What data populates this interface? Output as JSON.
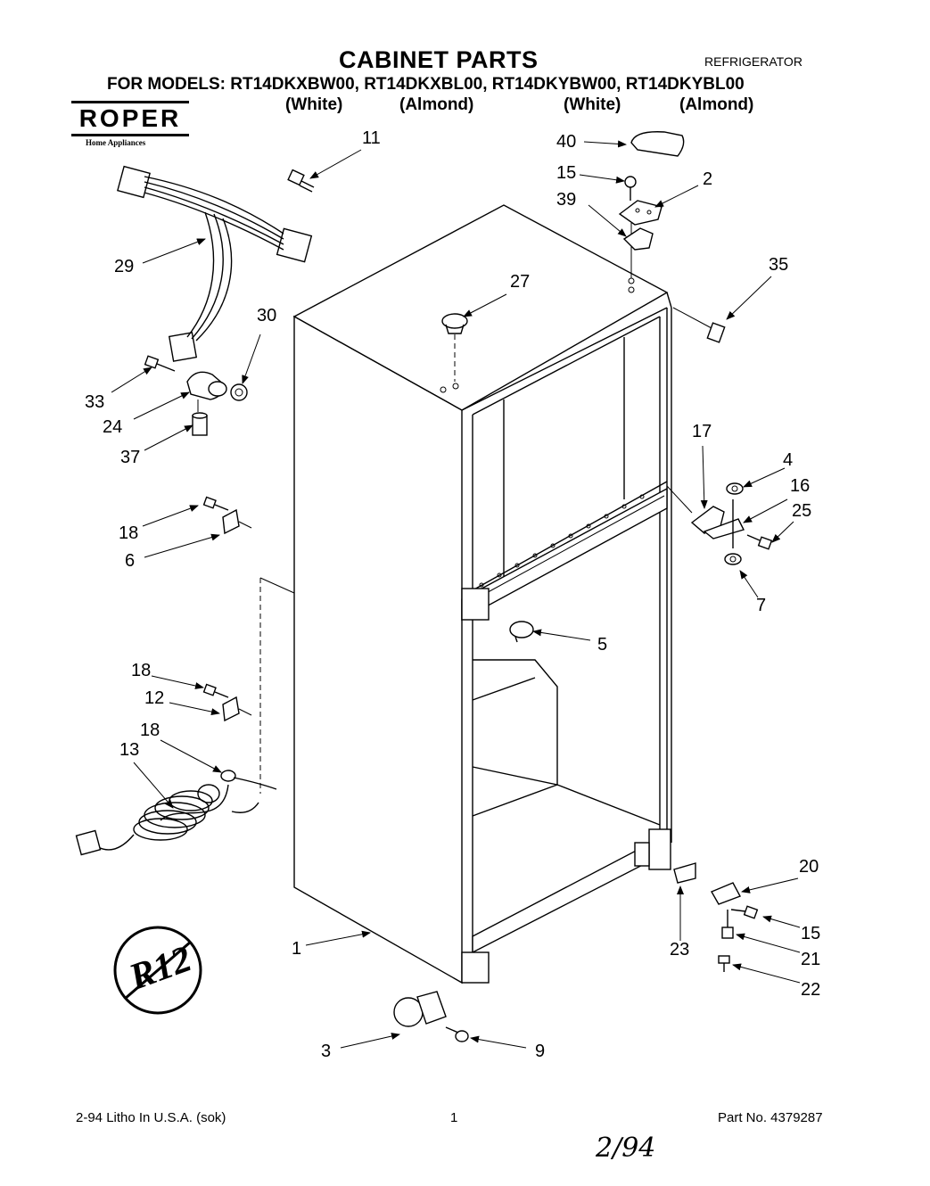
{
  "header": {
    "title": "CABINET PARTS",
    "appliance": "REFRIGERATOR",
    "models_line": "FOR MODELS: RT14DKXBW00, RT14DKXBL00, RT14DKYBW00, RT14DKYBL00",
    "colors": [
      "(White)",
      "(Almond)",
      "(White)",
      "(Almond)"
    ]
  },
  "brand": {
    "logo_text": "ROPER",
    "tagline": "Home Appliances"
  },
  "callouts": [
    {
      "num": "11"
    },
    {
      "num": "40"
    },
    {
      "num": "15"
    },
    {
      "num": "2"
    },
    {
      "num": "39"
    },
    {
      "num": "29"
    },
    {
      "num": "27"
    },
    {
      "num": "35"
    },
    {
      "num": "30"
    },
    {
      "num": "33"
    },
    {
      "num": "24"
    },
    {
      "num": "37"
    },
    {
      "num": "17"
    },
    {
      "num": "4"
    },
    {
      "num": "16"
    },
    {
      "num": "25"
    },
    {
      "num": "18"
    },
    {
      "num": "6"
    },
    {
      "num": "7"
    },
    {
      "num": "5"
    },
    {
      "num": "18"
    },
    {
      "num": "12"
    },
    {
      "num": "18"
    },
    {
      "num": "13"
    },
    {
      "num": "20"
    },
    {
      "num": "15"
    },
    {
      "num": "23"
    },
    {
      "num": "21"
    },
    {
      "num": "1"
    },
    {
      "num": "22"
    },
    {
      "num": "3"
    },
    {
      "num": "9"
    }
  ],
  "badge": {
    "text": "R12"
  },
  "footer": {
    "left": "2-94 Litho In U.S.A. (sok)",
    "page": "1",
    "part_no": "Part No. 4379287"
  },
  "handwritten_note": "2/94"
}
